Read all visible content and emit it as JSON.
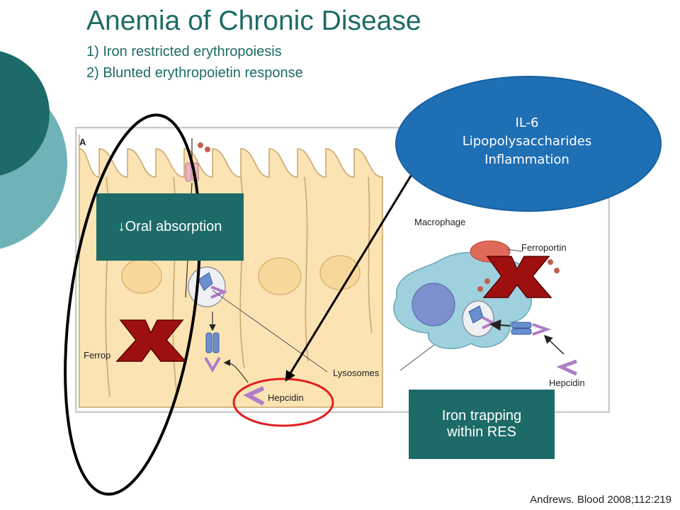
{
  "slide": {
    "title": "Anemia of Chronic Disease",
    "points": [
      "1) Iron restricted erythropoiesis",
      "2) Blunted erythropoietin response"
    ]
  },
  "figure": {
    "panel_label": "A",
    "labels": {
      "macrophage": "Macrophage",
      "ferroportin_right": "Ferroportin",
      "ferroportin_left": "Ferrop",
      "lysosomes": "Lysosomes",
      "hepcidin_center": "Hepcidin",
      "hepcidin_right": "Hepcidin"
    }
  },
  "callouts": {
    "inflammation": [
      "IL-6",
      "Lipopolysaccharides",
      "Inflammation"
    ],
    "oral_absorption": "↓Oral absorption",
    "iron_trapping": [
      "Iron trapping",
      "within RES"
    ]
  },
  "citation": "Andrews. Blood 2008;112:219",
  "colors": {
    "teal": "#1d6b68",
    "light_teal": "#6fb3b8",
    "blue_ellipse": "#1f6fb5",
    "x_mark": "#9e1010",
    "red_circle": "#e02020"
  }
}
